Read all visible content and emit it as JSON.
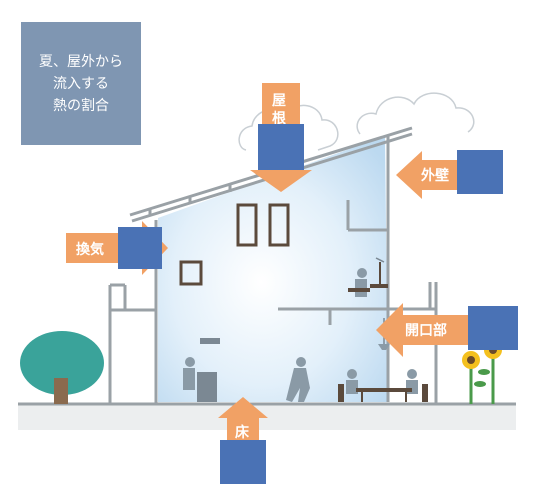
{
  "title": {
    "line1": "夏、屋外から",
    "line2": "流入する",
    "line3": "熱の割合"
  },
  "labels": {
    "roof_top": "屋",
    "roof_bottom": "根",
    "wall": "外壁",
    "vent": "換気",
    "opening": "開口部",
    "floor": "床"
  },
  "colors": {
    "arrow": "#f1a165",
    "box": "#4a72b5",
    "title_bg": "#7f96b2",
    "house_line": "#9aa1a6",
    "sky": "#d6e9f7",
    "tree": "#3aa39a"
  }
}
